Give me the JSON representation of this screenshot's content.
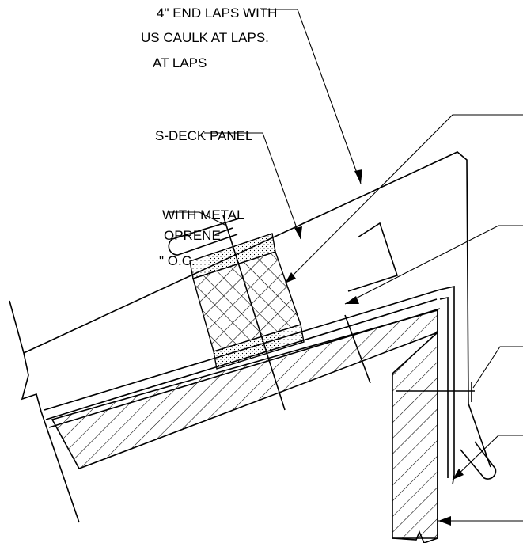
{
  "notes": {
    "laps_line1": "4\" END LAPS WITH",
    "laps_line2": "US CAULK AT LAPS.",
    "laps_line3": "AT LAPS",
    "deck_panel": "S-DECK PANEL",
    "fastener_line1": "WITH METAL",
    "fastener_line2": "OPRENE",
    "fastener_line3": "\" O.C."
  },
  "colors": {
    "line": "#000000",
    "background": "#ffffff"
  }
}
